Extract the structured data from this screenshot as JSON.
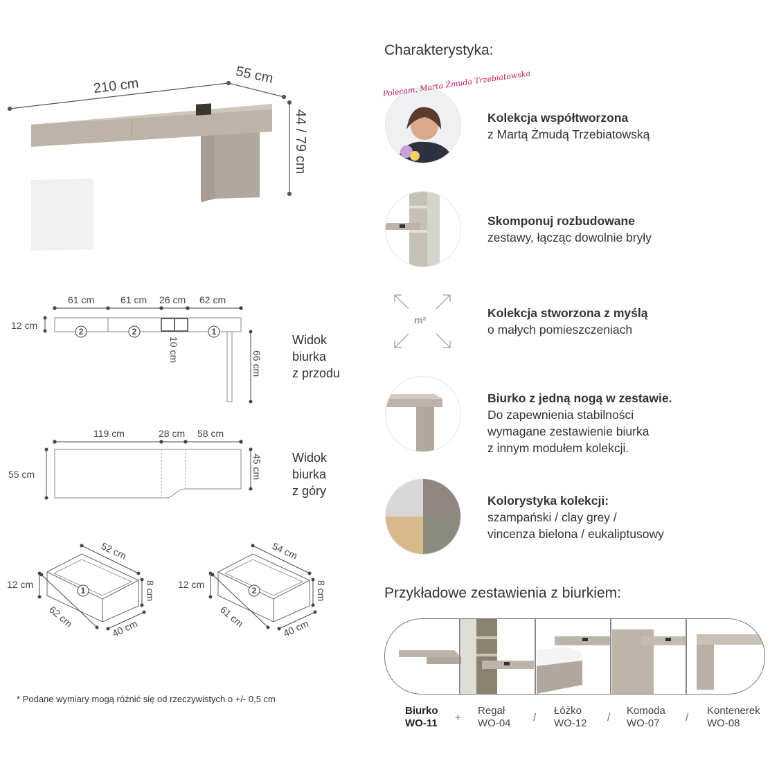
{
  "hero_dimensions": {
    "width": "210 cm",
    "depth": "55 cm",
    "height": "44 / 79 cm"
  },
  "front_view": {
    "title_lines": [
      "Widok",
      "biurka",
      "z przodu"
    ],
    "widths": [
      "61 cm",
      "61 cm",
      "26 cm",
      "62 cm"
    ],
    "height": "12 cm",
    "inner": "10 cm",
    "leg": "66 cm",
    "drawer_markers": [
      "2",
      "2",
      "1"
    ]
  },
  "top_view": {
    "title_lines": [
      "Widok",
      "biurka",
      "z góry"
    ],
    "widths": [
      "119 cm",
      "28 cm",
      "58 cm"
    ],
    "depth": "55 cm",
    "depth_right": "45 cm"
  },
  "drawers": [
    {
      "marker": "1",
      "height": "12 cm",
      "depth": "52 cm",
      "width": "62 cm",
      "inner_depth": "40 cm",
      "inner_height": "8 cm"
    },
    {
      "marker": "2",
      "height": "12 cm",
      "depth": "54 cm",
      "width": "61 cm",
      "inner_depth": "40 cm",
      "inner_height": "8 cm"
    }
  ],
  "footnote": "* Podane wymiary mogą różnić się od rzeczywistych o +/- 0,5 cm",
  "characteristics": {
    "title": "Charakterystyka:",
    "signature": "Polecam, Marta Żmuda Trzebiatowska",
    "items": [
      {
        "icon": "portrait",
        "bold": "Kolekcja współtworzona",
        "lines": [
          "z Martą Żmudą Trzebiatowską"
        ]
      },
      {
        "icon": "shelf-desk",
        "bold": "Skomponuj rozbudowane",
        "lines": [
          "zestawy, łącząc dowolnie bryły"
        ]
      },
      {
        "icon": "m2-expand",
        "icon_text": "m²",
        "bold": "Kolekcja stworzona z myślą",
        "lines": [
          "o małych pomieszczeniach"
        ]
      },
      {
        "icon": "desk-leg",
        "bold": "Biurko z jedną nogą w zestawie.",
        "lines": [
          "Do zapewnienia stabilności",
          "wymagane zestawienie biurka",
          "z innym modułem kolekcji."
        ]
      },
      {
        "icon": "color-swatch",
        "bold": "Kolorystyka kolekcji:",
        "lines": [
          "szampański / clay grey /",
          "vincenza bielona / eukaliptusowy"
        ]
      }
    ]
  },
  "colors": {
    "szampanski": "#c2b8ad",
    "clay_grey": "#8f8780",
    "vincenza": "#d8b98c",
    "eukaliptus": "#8c8a7c",
    "light": "#d9d7d3"
  },
  "combinations": {
    "title": "Przykładowe zestawienia z biurkiem:",
    "main": {
      "line1": "Biurko",
      "line2": "WO-11"
    },
    "plus": "+",
    "slash": "/",
    "items": [
      {
        "line1": "Regał",
        "line2": "WO-04"
      },
      {
        "line1": "Łóżko",
        "line2": "WO-12"
      },
      {
        "line1": "Komoda",
        "line2": "WO-07"
      },
      {
        "line1": "Kontenerek",
        "line2": "WO-08"
      }
    ]
  }
}
